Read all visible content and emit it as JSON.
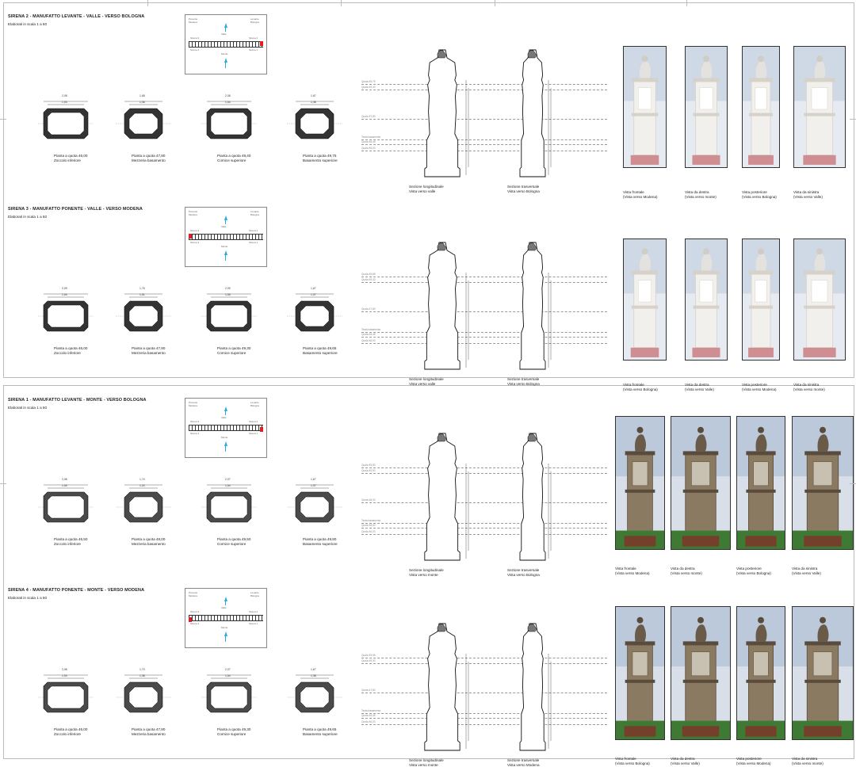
{
  "sections": [
    {
      "title": "SIRENA 2 - MANUFATTO LEVANTE - VALLE - VERSO BOLOGNA",
      "scale": "Elaborati in scala 1 a 50",
      "keymap": {
        "valle": "Valle",
        "monte": "Monte",
        "tl": "Ponente",
        "tl2": "Modena",
        "tr": "Levante",
        "tr2": "Bologna",
        "s_left_top": "Sirena 3",
        "s_right_top": "Sirena 2",
        "s_left_bot": "Sirena 4",
        "s_right_bot": "Sirena 1",
        "highlight": "right-top"
      },
      "plans": [
        {
          "line1": "Pianta a quota 46,00",
          "line2": "Zoccolo inferiore",
          "dw1": "2,08",
          "dw2": "1,53"
        },
        {
          "line1": "Pianta a quota 47,80",
          "line2": "Mezzeria basamento",
          "dw1": "1,68",
          "dw2": "1,36"
        },
        {
          "line1": "Pianta a quota 49,40",
          "line2": "Cornice superiore",
          "dw1": "2,08",
          "dw2": "1,54"
        },
        {
          "line1": "Pianta a quota 49,75",
          "line2": "Basamento superiore",
          "dw1": "1,67",
          "dw2": "1,38"
        }
      ],
      "elevations": [
        {
          "line1": "Sezione longitudinale",
          "line2": "Vista verso valle"
        },
        {
          "line1": "Sezione trasversale",
          "line2": "Vista verso Bologna"
        }
      ],
      "levels": [
        "Quota 49,75",
        "Quota 49,40",
        "Quota 47,80",
        "Testa basamento",
        "Quota 46,45",
        "Quota 46,00"
      ],
      "photos": [
        {
          "line1": "Vista frontale",
          "line2": "(Vista verso Modena)"
        },
        {
          "line1": "Vista da destra",
          "line2": "(Vista verso monte)"
        },
        {
          "line1": "Vista posteriore",
          "line2": "(Vista verso Bologna)"
        },
        {
          "line1": "Vista da sinistra",
          "line2": "(Vista verso Valle)"
        }
      ],
      "photo_style": "white"
    },
    {
      "title": "SIRENA 3 - MANUFATTO PONENTE - VALLE - VERSO MODENA",
      "scale": "Elaborati in scala 1 a 50",
      "keymap": {
        "valle": "Valle",
        "monte": "Monte",
        "tl": "Ponente",
        "tl2": "Modena",
        "tr": "Levante",
        "tr2": "Bologna",
        "s_left_top": "Sirena 3",
        "s_right_top": "Sirena 2",
        "s_left_bot": "Sirena 4",
        "s_right_bot": "Sirena 1",
        "highlight": "left-top"
      },
      "plans": [
        {
          "line1": "Pianta a quota 46,00",
          "line2": "Zoccolo inferiore",
          "dw1": "2,09",
          "dw2": "1,54"
        },
        {
          "line1": "Pianta a quota 47,80",
          "line2": "Mezzeria basamento",
          "dw1": "1,76",
          "dw2": "1,51"
        },
        {
          "line1": "Pianta a quota 49,30",
          "line2": "Cornice superiore",
          "dw1": "2,09",
          "dw2": "1,55"
        },
        {
          "line1": "Pianta a quota 49,65",
          "line2": "Basamento superiore",
          "dw1": "1,67",
          "dw2": "1,37"
        }
      ],
      "elevations": [
        {
          "line1": "Sezione longitudinale",
          "line2": "Vista verso valle"
        },
        {
          "line1": "Sezione trasversale",
          "line2": "Vista verso Bologna"
        }
      ],
      "levels": [
        "Quota 49,65",
        "Quota 49,30",
        "Quota 47,80",
        "Testa basamento",
        "Quota 46,45",
        "Quota 46,00"
      ],
      "photos": [
        {
          "line1": "Vista frontale",
          "line2": "(Vista verso Bologna)"
        },
        {
          "line1": "Vista da destra",
          "line2": "(Vista verso Valle)"
        },
        {
          "line1": "Vista posteriore",
          "line2": "(Vista verso Modena)"
        },
        {
          "line1": "Vista da sinistra",
          "line2": "(Vista verso monte)"
        }
      ],
      "photo_style": "white"
    },
    {
      "title": "SIRENA 1 - MANUFATTO LEVANTE - MONTE - VERSO BOLOGNA",
      "scale": "Elaborati in scala 1 a 50",
      "keymap": {
        "valle": "Valle",
        "monte": "Monte",
        "tl": "Ponente",
        "tl2": "Modena",
        "tr": "Levante",
        "tr2": "Bologna",
        "s_left_top": "Sirena 3",
        "s_right_top": "Sirena 2",
        "s_left_bot": "Sirena 4",
        "s_right_bot": "Sirena 1",
        "highlight": "right-bottom"
      },
      "plans": [
        {
          "line1": "Pianta a quota 46,50",
          "line2": "Zoccolo inferiore",
          "dw1": "2,08",
          "dw2": "1,55"
        },
        {
          "line1": "Pianta a quota 48,00",
          "line2": "Mezzeria basamento",
          "dw1": "1,74",
          "dw2": "1,24"
        },
        {
          "line1": "Pianta a quota 49,50",
          "line2": "Cornice superiore",
          "dw1": "2,07",
          "dw2": "1,54"
        },
        {
          "line1": "Pianta a quota 49,80",
          "line2": "Basamento superiore",
          "dw1": "1,67",
          "dw2": "1,37"
        }
      ],
      "elevations": [
        {
          "line1": "Sezione longitudinale",
          "line2": "Vista verso monte"
        },
        {
          "line1": "Sezione trasversale",
          "line2": "Vista verso Bologna"
        }
      ],
      "levels": [
        "Quota 49,80",
        "Quota 49,50",
        "Quota 48,00",
        "Testa basamento",
        "Quota 46,50",
        "Quota 46,00"
      ],
      "photos": [
        {
          "line1": "Vista frontale",
          "line2": "(Vista verso Modena)"
        },
        {
          "line1": "Vista da destra",
          "line2": "(Vista verso monte)"
        },
        {
          "line1": "Vista posteriore",
          "line2": "(Vista verso Bologna)"
        },
        {
          "line1": "Vista da sinistra",
          "line2": "(Vista verso Valle)"
        }
      ],
      "photo_style": "dark"
    },
    {
      "title": "SIRENA 4 - MANUFATTO PONENTE - MONTE - VERSO MODENA",
      "scale": "Elaborati in scala 1 a 50",
      "keymap": {
        "valle": "Valle",
        "monte": "Monte",
        "tl": "Ponente",
        "tl2": "Modena",
        "tr": "Levante",
        "tr2": "Bologna",
        "s_left_top": "Sirena 3",
        "s_right_top": "Sirena 2",
        "s_left_bot": "Sirena 4",
        "s_right_bot": "Sirena 1",
        "highlight": "left-bottom"
      },
      "plans": [
        {
          "line1": "Pianta a quota 46,00",
          "line2": "Zoccolo inferiore",
          "dw1": "2,08",
          "dw2": "1,53"
        },
        {
          "line1": "Pianta a quota 47,80",
          "line2": "Mezzeria basamento",
          "dw1": "1,70",
          "dw2": "1,38"
        },
        {
          "line1": "Pianta a quota 49,30",
          "line2": "Cornice superiore",
          "dw1": "2,07",
          "dw2": "1,54"
        },
        {
          "line1": "Pianta a quota 49,65",
          "line2": "Basamento superiore",
          "dw1": "1,67",
          "dw2": "1,38"
        }
      ],
      "elevations": [
        {
          "line1": "Sezione longitudinale",
          "line2": "Vista verso monte"
        },
        {
          "line1": "Sezione trasversale",
          "line2": "Vista verso Modena"
        }
      ],
      "levels": [
        "Quota 49,65",
        "Quota 49,30",
        "Quota 47,80",
        "Testa basamento",
        "Quota 46,45",
        "Quota 46,00"
      ],
      "photos": [
        {
          "line1": "Vista frontale",
          "line2": "(Vista verso Bologna)"
        },
        {
          "line1": "Vista da destra",
          "line2": "(Vista verso Valle)"
        },
        {
          "line1": "Vista posteriore",
          "line2": "(Vista verso Modena)"
        },
        {
          "line1": "Vista da sinistra",
          "line2": "(Vista verso monte)"
        }
      ],
      "photo_style": "dark"
    }
  ],
  "colors": {
    "accent_red": "#e02020",
    "arrow_blue": "#2aa8e0",
    "level_line": "#999999"
  }
}
